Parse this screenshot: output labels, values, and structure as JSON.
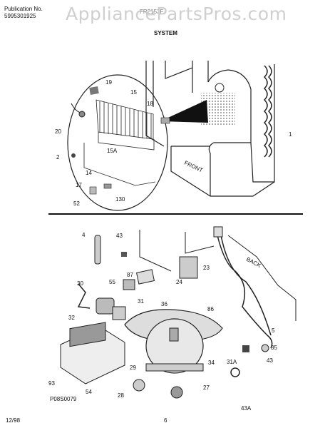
{
  "header": {
    "pub_label": "Publication No.",
    "pub_number": "5995301925",
    "model_partial": "FR2153F",
    "section_title": "SYSTEM"
  },
  "watermark": "AppliancePartsPros.com",
  "footer": {
    "date": "12/98",
    "page": "6",
    "figure_code": "P08S0079"
  },
  "top_labels": [
    "19",
    "15",
    "18",
    "1",
    "20",
    "15A",
    "2",
    "14",
    "17",
    "130",
    "52"
  ],
  "front_text": "FRONT",
  "back_text": "BACK",
  "bottom_labels": [
    "4",
    "43",
    "87",
    "23",
    "55",
    "24",
    "30",
    "31",
    "32",
    "36",
    "86",
    "5",
    "35",
    "43",
    "31A",
    "29",
    "34",
    "93",
    "54",
    "28",
    "27",
    "43A"
  ]
}
